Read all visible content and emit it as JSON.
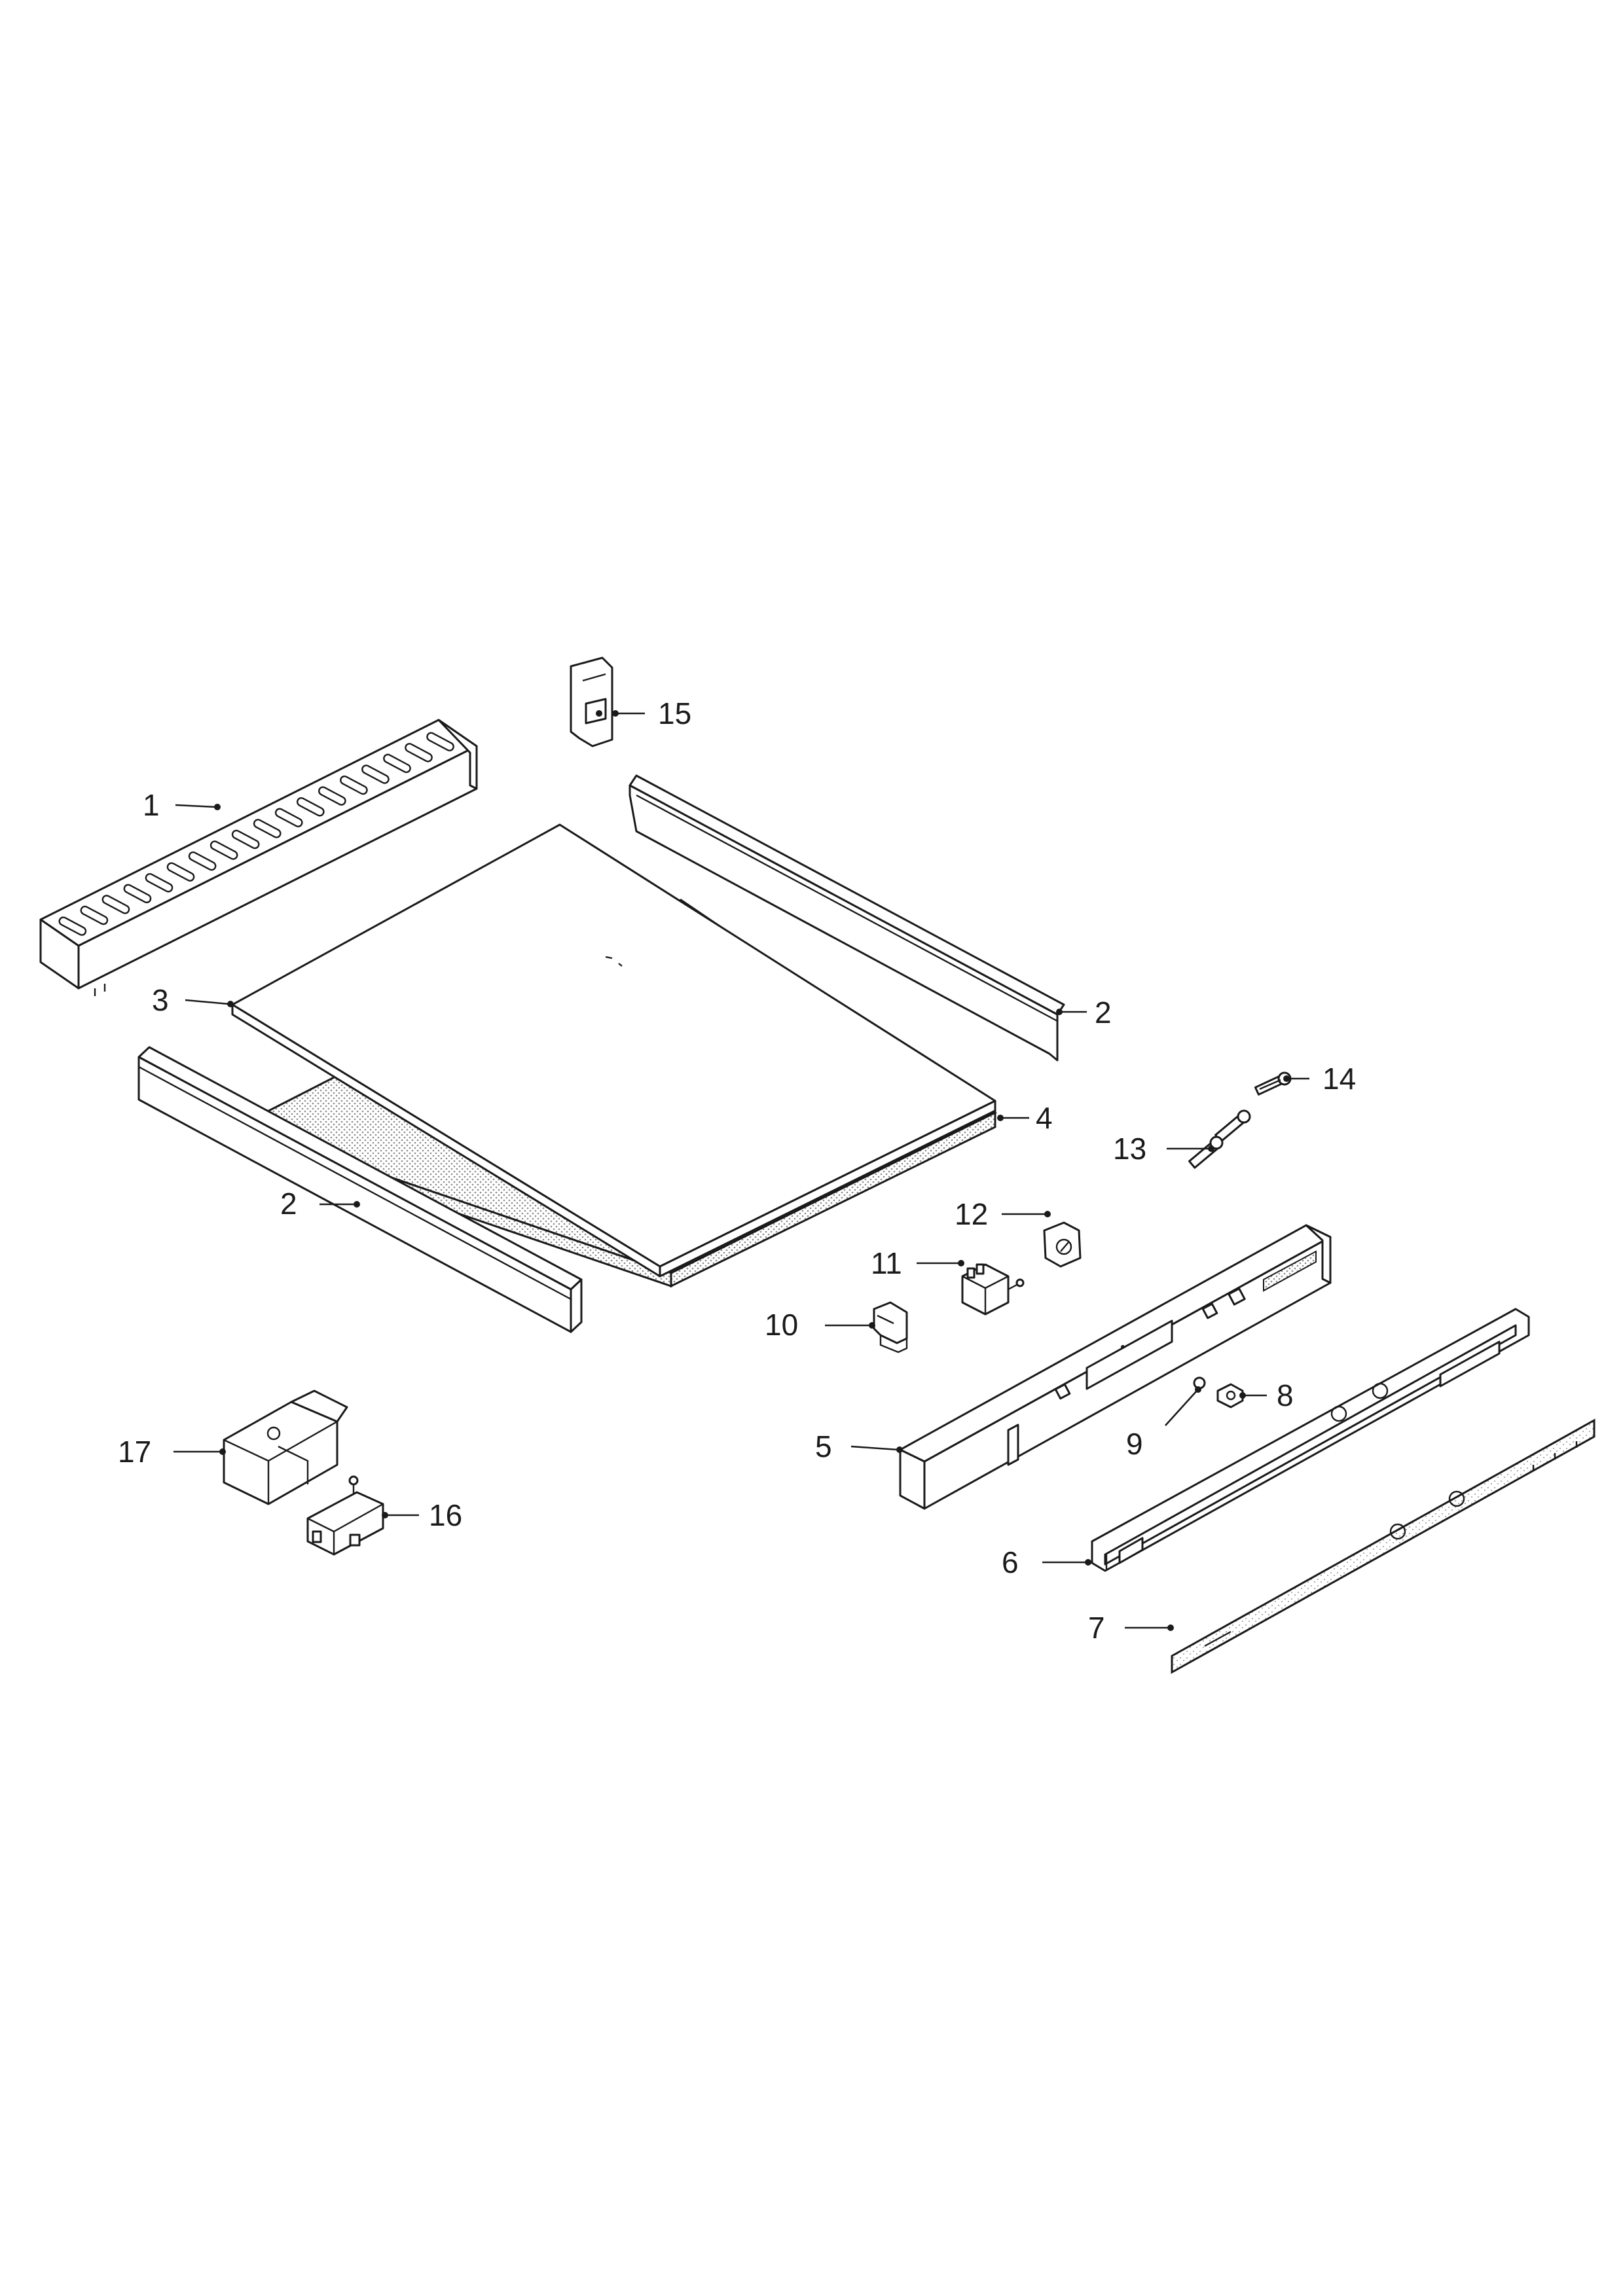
{
  "labels": {
    "p1": "1",
    "p2a": "2",
    "p2b": "2",
    "p3": "3",
    "p4": "4",
    "p5": "5",
    "p6": "6",
    "p7": "7",
    "p8": "8",
    "p9": "9",
    "p10": "10",
    "p11": "11",
    "p12": "12",
    "p13": "13",
    "p14": "14",
    "p15": "15",
    "p16": "16",
    "p17": "17"
  },
  "colors": {
    "line": "#1a1a1a",
    "stipple": "#9a9a9a",
    "background": "#ffffff"
  }
}
